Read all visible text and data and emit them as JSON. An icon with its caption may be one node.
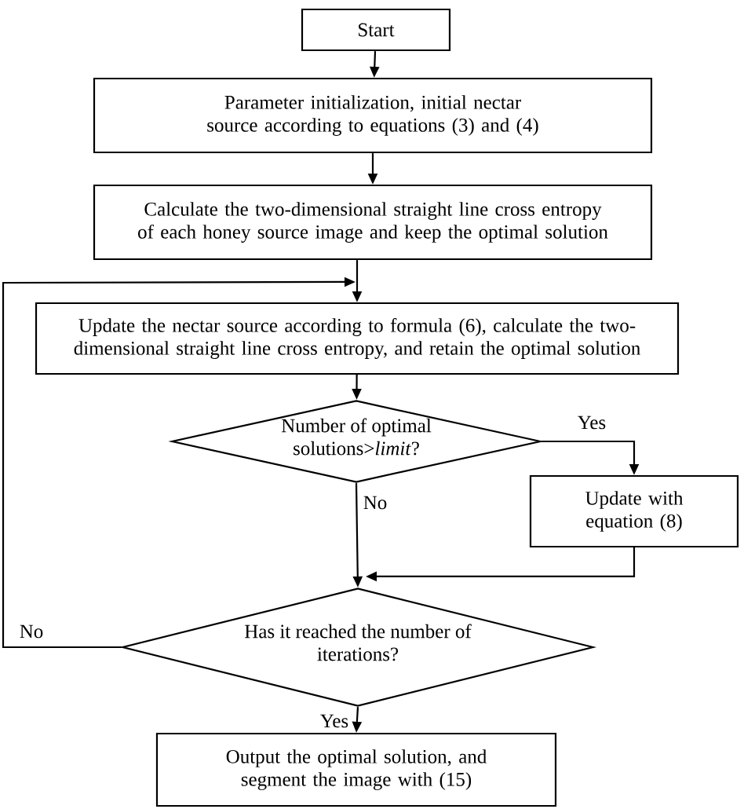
{
  "diagram": {
    "nodes": [
      {
        "text": [
          "Start"
        ]
      },
      {
        "text": [
          "Parameter initialization, initial nectar source according to equations (3) and (4)"
        ]
      },
      {
        "text": [
          "Calculate the two-dimensional straight line cross entropy of each honey source image and keep the optimal solution"
        ]
      },
      {
        "text": [
          "Update the nectar source according to formula (6), calculate the two-dimensional straight line cross entropy, and retain the optimal solution"
        ]
      },
      {
        "text": [
          "Number of optimal solutions>*limit*?"
        ]
      },
      {
        "text": [
          "Update with equation (8)"
        ]
      },
      {
        "text": [
          "Has it reached the number of iterations?"
        ]
      },
      {
        "text": [
          "Output the optimal solution, and segment the image with (15)"
        ]
      }
    ],
    "edges": [
      {
        "from": 0,
        "to": 1,
        "arrow": "to"
      },
      {
        "from": 1,
        "to": 2,
        "arrow": "to"
      },
      {
        "from": 2,
        "to": 3,
        "arrow": "to"
      },
      {
        "from": 3,
        "to": 4,
        "arrow": "to"
      },
      {
        "from": 4,
        "to": 5,
        "arrow": "to",
        "label": "Yes"
      },
      {
        "from": 4,
        "to": 6,
        "arrow": "to",
        "label": "No"
      },
      {
        "from": 5,
        "to": 6,
        "arrow": "to"
      },
      {
        "from": 6,
        "to": 3,
        "arrow": "to",
        "label": "No"
      },
      {
        "from": 6,
        "to": 7,
        "arrow": "to",
        "label": "Yes"
      }
    ]
  }
}
